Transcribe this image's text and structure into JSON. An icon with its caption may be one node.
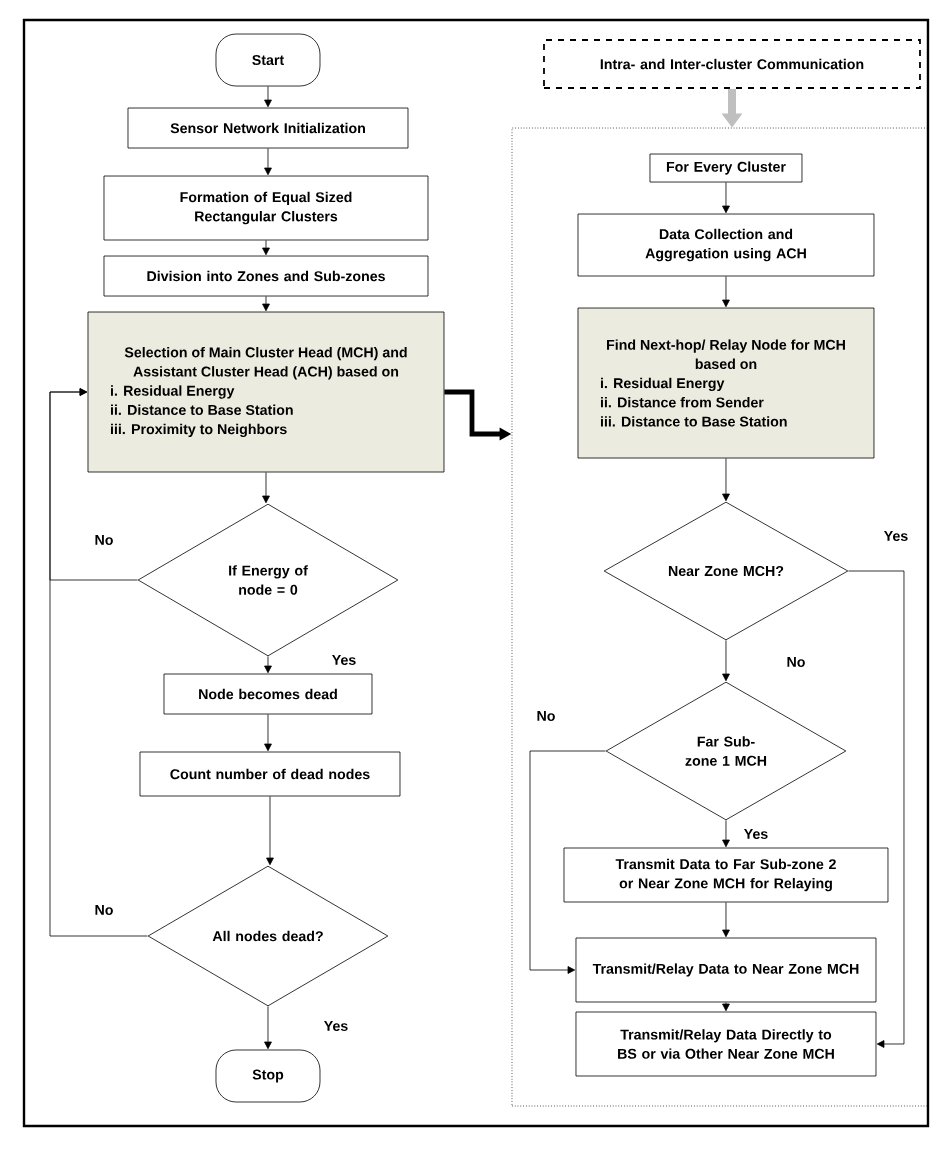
{
  "diagram": {
    "nodes": [
      {
        "text": [
          "Start"
        ]
      },
      {
        "text": [
          "Sensor Network Initialization"
        ]
      },
      {
        "text": [
          "Formation of Equal Sized Rectangular Clusters"
        ]
      },
      {
        "text": [
          "Division into Zones and Sub-zones"
        ]
      },
      {
        "text": [
          "Selection of Main Cluster Head (MCH) and Assistant Cluster Head (ACH) based on",
          "i. Residual Energy",
          "ii. Distance to Base Station",
          "iii. Proximity to Neighbors"
        ]
      },
      {
        "text": [
          "If Energy of node = 0"
        ]
      },
      {
        "text": [
          "Node becomes dead"
        ]
      },
      {
        "text": [
          "Count number of dead nodes"
        ]
      },
      {
        "text": [
          "All nodes dead?"
        ]
      },
      {
        "text": [
          "Stop"
        ]
      },
      {
        "text": [
          "Intra- and Inter-cluster Communication"
        ]
      },
      {
        "text": [],
        "shape": "box"
      },
      {
        "text": [
          "For Every Cluster"
        ],
        "in": 11
      },
      {
        "text": [
          "Data Collection and Aggregation using ACH"
        ],
        "in": 11
      },
      {
        "text": [
          "Find Next-hop/ Relay Node for MCH based on",
          "i. Residual Energy",
          "ii. Distance from Sender",
          "iii. Distance to Base Station"
        ],
        "in": 11
      },
      {
        "text": [
          "Near Zone MCH?"
        ],
        "in": 11
      },
      {
        "text": [
          "Far Sub-zone 1 MCH"
        ],
        "in": 11
      },
      {
        "text": [
          "Transmit Data to Far Sub-zone 2 or Near Zone MCH for Relaying"
        ],
        "in": 11
      },
      {
        "text": [
          "Transmit/Relay Data to Near Zone MCH"
        ],
        "in": 11
      },
      {
        "text": [
          "Transmit/Relay Data Directly to BS or via Other Near Zone MCH"
        ],
        "in": 11
      }
    ],
    "edges": [
      {
        "from": 0,
        "to": 1,
        "arrow": "to"
      },
      {
        "from": 1,
        "to": 2,
        "arrow": "to"
      },
      {
        "from": 2,
        "to": 3,
        "arrow": "to"
      },
      {
        "from": 3,
        "to": 4,
        "arrow": "to"
      },
      {
        "from": 4,
        "to": 5,
        "arrow": "to"
      },
      {
        "from": 5,
        "to": 6,
        "arrow": "to",
        "label": "Yes"
      },
      {
        "from": 5,
        "to": 4,
        "arrow": "to",
        "label": "No"
      },
      {
        "from": 6,
        "to": 7,
        "arrow": "to"
      },
      {
        "from": 7,
        "to": 8,
        "arrow": "to"
      },
      {
        "from": 8,
        "to": 4,
        "arrow": "to",
        "label": "No"
      },
      {
        "from": 8,
        "to": 9,
        "arrow": "to",
        "label": "Yes"
      },
      {
        "from": 4,
        "to": 11,
        "arrow": "to",
        "style": "thick"
      },
      {
        "from": 10,
        "to": 11,
        "arrow": "to",
        "style": "thick",
        "color": "#bfbfbf"
      },
      {
        "from": 12,
        "to": 13,
        "arrow": "to"
      },
      {
        "from": 13,
        "to": 14,
        "arrow": "to"
      },
      {
        "from": 14,
        "to": 15,
        "arrow": "to"
      },
      {
        "from": 15,
        "to": 16,
        "arrow": "to",
        "label": "No"
      },
      {
        "from": 15,
        "to": 19,
        "arrow": "to",
        "label": "Yes"
      },
      {
        "from": 16,
        "to": 17,
        "arrow": "to",
        "label": "Yes"
      },
      {
        "from": 16,
        "to": 18,
        "arrow": "to",
        "label": "No"
      },
      {
        "from": 17,
        "to": 18,
        "arrow": "to"
      },
      {
        "from": 18,
        "to": 19,
        "arrow": "to"
      }
    ]
  }
}
